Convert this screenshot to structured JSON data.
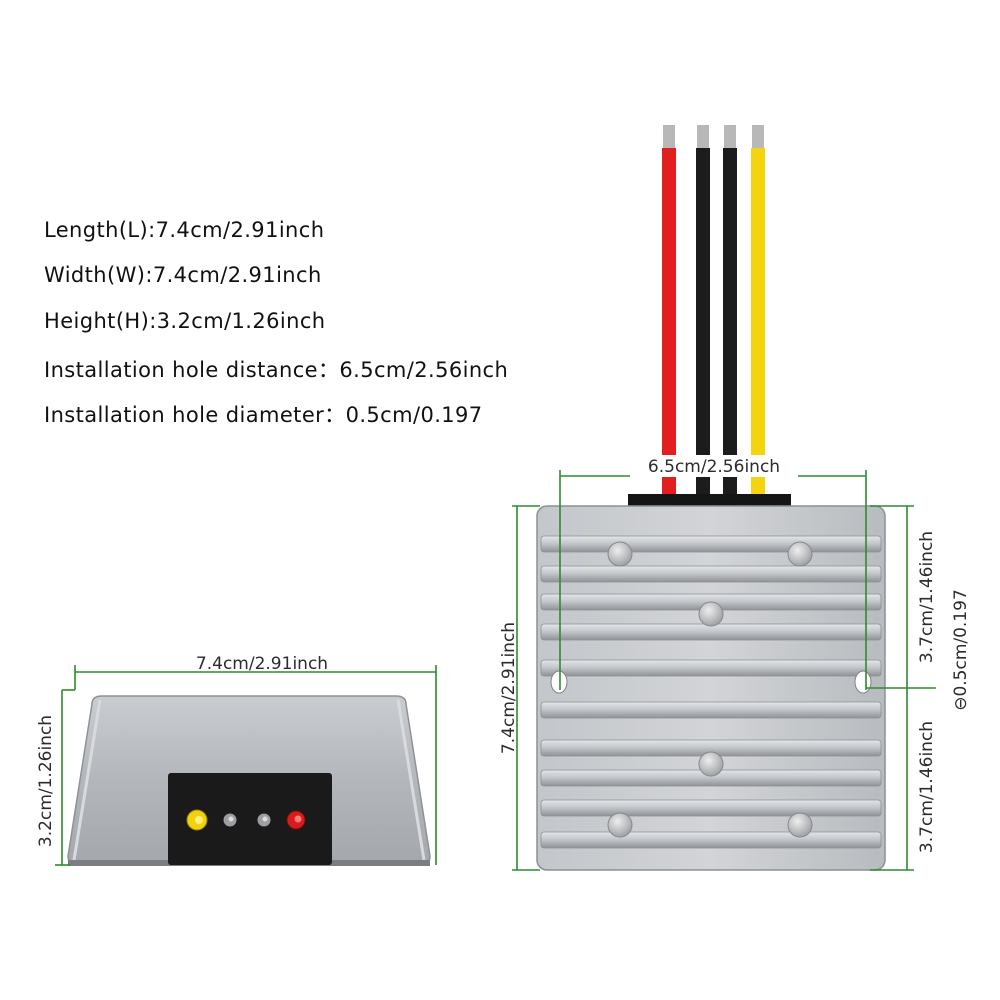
{
  "specs": {
    "length": "Length(L):7.4cm/2.91inch",
    "width": "Width(W):7.4cm/2.91inch",
    "height": "Height(H):3.2cm/1.26inch",
    "hole_distance": "Installation hole distance：6.5cm/2.56inch",
    "hole_diameter": "Installation hole diameter：0.5cm/0.197"
  },
  "dimensions": {
    "side_width": "7.4cm/2.91inch",
    "side_height": "3.2cm/1.26inch",
    "top_hole_distance": "6.5cm/2.56inch",
    "top_length": "7.4cm/2.91inch",
    "right_upper": "3.7cm/1.46inch",
    "right_lower": "3.7cm/1.46inch",
    "hole_diameter": "⊖0.5cm/0.197"
  },
  "colors": {
    "dimension_line": "#2e8b2e",
    "dimension_text": "#2b2b2b",
    "case_silver": "#b9bdc2",
    "wire_red": "#e31e1e",
    "wire_black": "#1c1c1c",
    "wire_yellow": "#f5d40f",
    "terminal_panel": "#1a1a1a"
  },
  "wires": [
    "red",
    "black",
    "black",
    "yellow"
  ],
  "terminals": [
    "yellow",
    "gray",
    "gray",
    "red"
  ]
}
